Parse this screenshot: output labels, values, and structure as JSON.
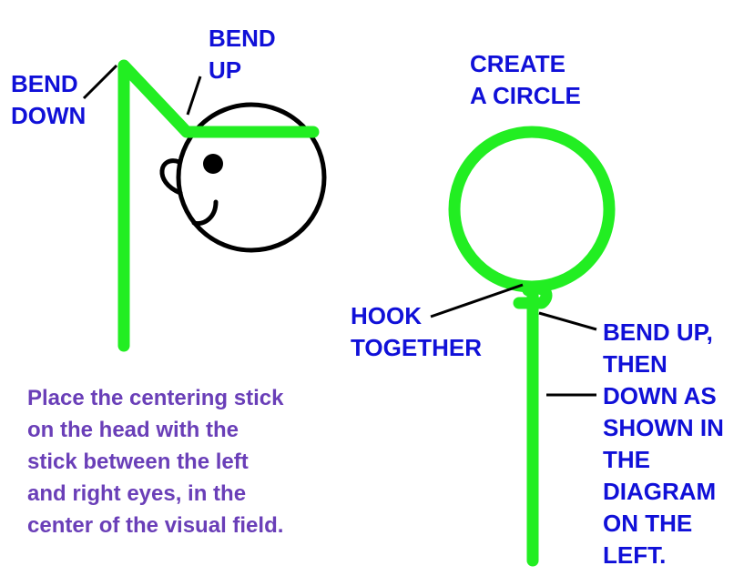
{
  "colors": {
    "stick": "#22ee22",
    "label": "#1010d8",
    "instruction": "#6a3fb8",
    "outline": "#000000"
  },
  "labels": {
    "bend_down": [
      "BEND",
      "DOWN"
    ],
    "bend_up": [
      "BEND",
      "UP"
    ],
    "create_circle": [
      "CREATE",
      "A CIRCLE"
    ],
    "hook_together": [
      "HOOK",
      "TOGETHER"
    ],
    "bend_up_then_down": [
      "BEND UP,",
      "THEN",
      "DOWN AS",
      "SHOWN IN",
      "THE",
      "DIAGRAM",
      "ON THE",
      "LEFT."
    ]
  },
  "instruction": [
    "Place the centering stick",
    "on the head with the",
    "stick between the left",
    "and right eyes, in the",
    "center of the visual field."
  ]
}
